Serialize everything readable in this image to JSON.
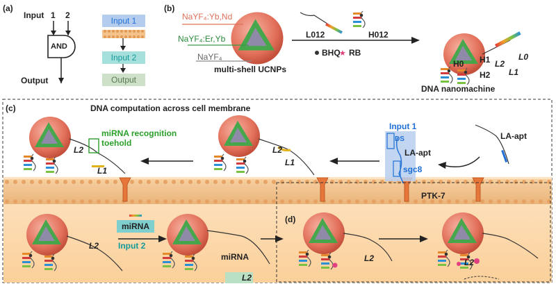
{
  "panels": {
    "a": "(a)",
    "b": "(b)",
    "c": "(c)",
    "d": "(d)"
  },
  "panel_a": {
    "input_label": "Input",
    "input_1": "1",
    "input_2": "2",
    "gate": "AND",
    "output": "Output",
    "flow_input1": "Input 1",
    "flow_input2": "Input 2",
    "flow_output": "Output"
  },
  "panel_b": {
    "shell_outer": "NaYF₄:Yb,Nd",
    "shell_middle": "NaYF₄:Er,Yb",
    "shell_inner": "NaYF₄",
    "core_caption": "multi-shell UCNPs",
    "strand_l012": "L012",
    "strand_h012": "H012",
    "bhq": "BHQ",
    "rb": "RB",
    "l0": "L0",
    "l1": "L1",
    "l2": "L2",
    "h0": "H0",
    "h1": "H1",
    "h2": "H2",
    "machine_caption": "DNA nanomachine"
  },
  "panel_c": {
    "title": "DNA computation across cell membrane",
    "mirna_recognition": "miRNA recognition",
    "toehold": "toehold",
    "l2_a": "L2",
    "l1_a": "L1",
    "l2_b": "L2",
    "l1_b": "L1",
    "input1": "Input 1",
    "ds": "DS",
    "la_apt_inner": "LA-apt",
    "sgc8": "sgc8",
    "la_apt": "LA-apt",
    "ptk7": "PTK-7",
    "mirna_box": "miRNA",
    "input2": "Input 2",
    "l2_c": "L2",
    "mirna_label": "miRNA",
    "l2_tag": "L2"
  },
  "panel_d": {
    "l2_d1": "L2",
    "l2_d2": "L2"
  },
  "colors": {
    "shell_outer": "#e0705a",
    "shell_middle": "#3a9a45",
    "shell_inner": "#8a8a8a",
    "input1_box": "#a9c6ef",
    "input2_box": "#9fdcd9",
    "output_box": "#c8dcc4",
    "membrane": "#f3c48f",
    "cytoplasm": "#fbd8a8",
    "green_text": "#2aa02a",
    "blue_text": "#1f6fd6",
    "cyan_text": "#22a5a5",
    "salmon_text": "#e0705a"
  }
}
